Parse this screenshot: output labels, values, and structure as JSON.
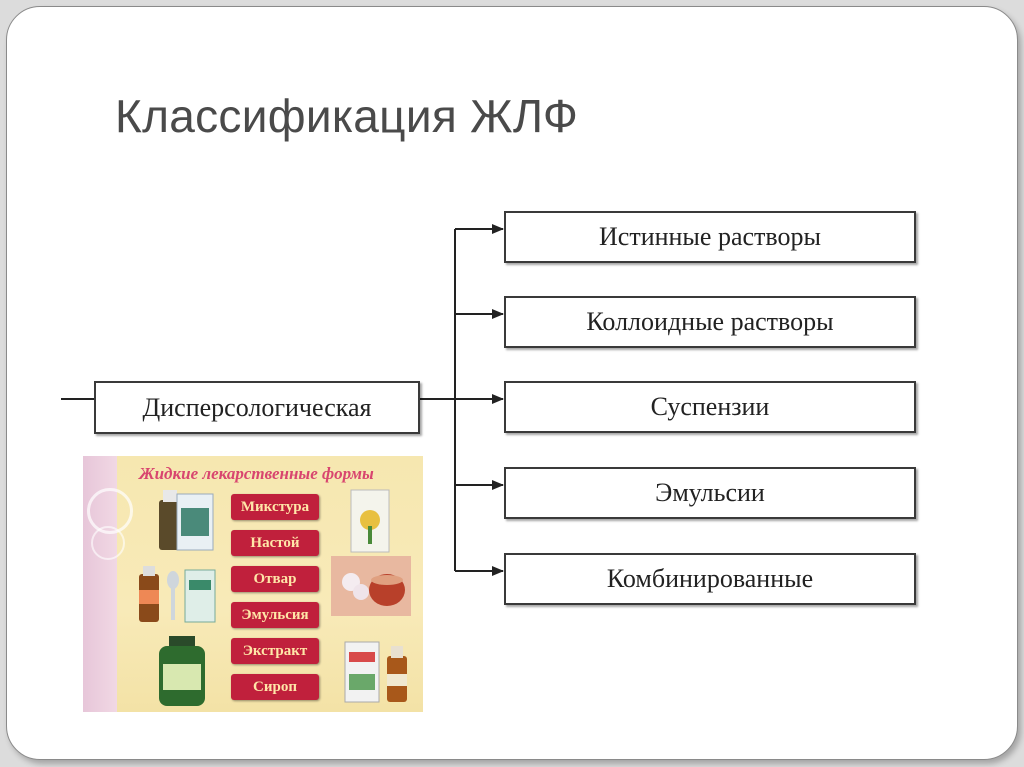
{
  "slide": {
    "title": "Классификация ЖЛФ"
  },
  "diagram": {
    "root": "Дисперсологическая",
    "children": [
      "Истинные растворы",
      "Коллоидные растворы",
      "Суспензии",
      "Эмульсии",
      "Комбинированные"
    ]
  },
  "illustration": {
    "title": "Жидкие лекарственные формы",
    "forms": [
      "Микстура",
      "Настой",
      "Отвар",
      "Эмульсия",
      "Экстракт",
      "Сироп"
    ]
  },
  "colors": {
    "label_bg": "#c0203c",
    "label_text": "#ffe6a8",
    "illustration_title": "#d8456f",
    "box_border": "#3a3a3a"
  }
}
